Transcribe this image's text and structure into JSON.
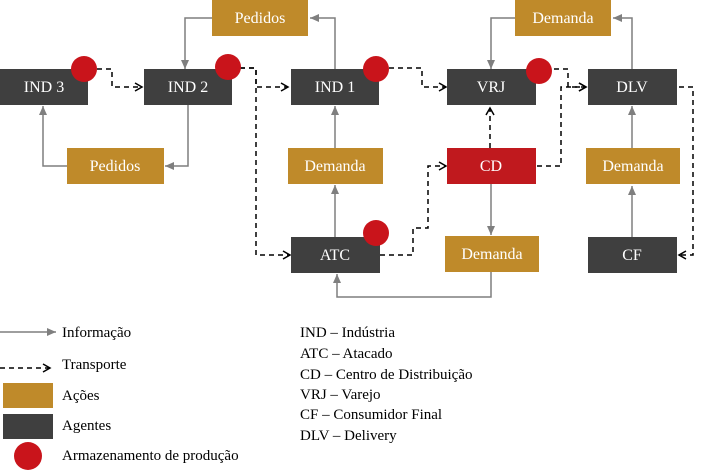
{
  "colors": {
    "agent": "#3f3f3f",
    "action": "#bf8a2a",
    "cd": "#c0191e",
    "storage": "#c9141b",
    "info_arrow": "#7f7f7f",
    "transport_arrow": "#000000"
  },
  "nodes": {
    "ind3": "IND 3",
    "ind2": "IND 2",
    "ind1": "IND 1",
    "vrj": "VRJ",
    "dlv": "DLV",
    "atc": "ATC",
    "cd": "CD",
    "cf": "CF",
    "pedidos_top": "Pedidos",
    "pedidos_bottom": "Pedidos",
    "demanda_top": "Demanda",
    "demanda_ind1": "Demanda",
    "demanda_cd": "Demanda",
    "demanda_dlv": "Demanda"
  },
  "legend": {
    "informacao": "Informação",
    "transporte": "Transporte",
    "acoes": "Ações",
    "agentes": "Agentes",
    "armazenamento": "Armazenamento de produção"
  },
  "abbreviations": [
    "IND – Indústria",
    "ATC – Atacado",
    "CD – Centro de Distribuição",
    "VRJ – Varejo",
    "CF – Consumidor Final",
    "DLV – Delivery"
  ]
}
